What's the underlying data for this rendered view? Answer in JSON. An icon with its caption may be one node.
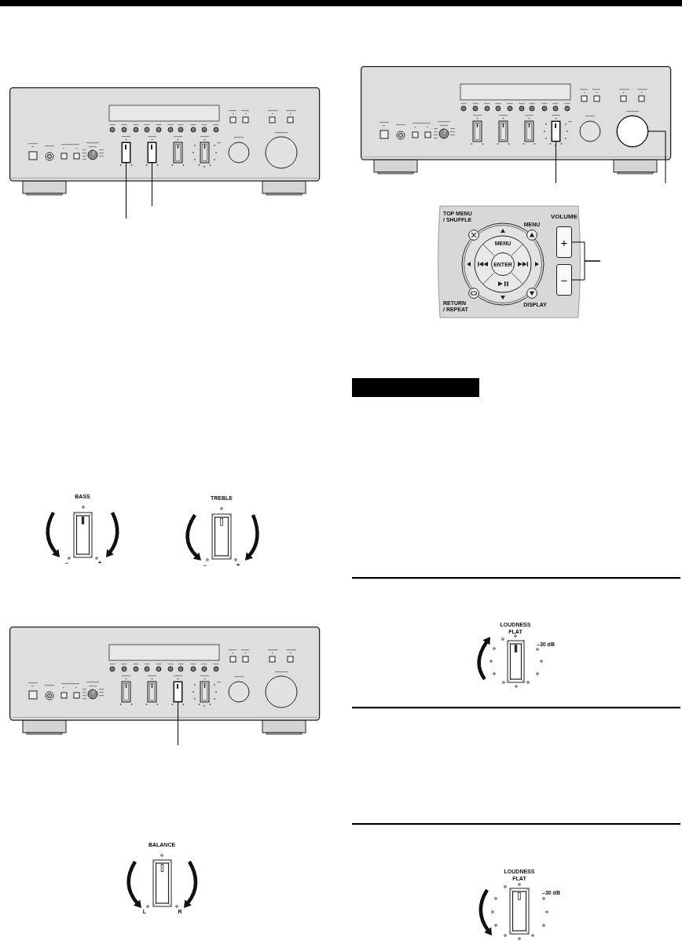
{
  "diagram": {
    "nodes": [
      {
        "text": [],
        "shape": "box"
      },
      {
        "text": [],
        "shape": "box"
      },
      {
        "text": [],
        "shape": "box"
      },
      {
        "text": [],
        "shape": "box"
      },
      {
        "text": [],
        "shape": "circle"
      },
      {
        "text": [
          "+"
        ]
      },
      {
        "text": [
          "−"
        ]
      },
      {
        "text": [],
        "shape": "bar"
      }
    ],
    "edges": [
      {
        "from": null,
        "to": 0,
        "arrow": "none"
      },
      {
        "from": null,
        "to": 1,
        "arrow": "none"
      },
      {
        "from": null,
        "to": 2,
        "arrow": "none"
      },
      {
        "from": null,
        "to": 3,
        "arrow": "none"
      },
      {
        "from": null,
        "to": 4,
        "arrow": "none"
      },
      {
        "from": null,
        "to": 5,
        "arrow": "none"
      },
      {
        "from": null,
        "to": 6,
        "arrow": "none"
      }
    ],
    "labels": [
      "BASS",
      "–",
      "+",
      "TREBLE",
      "–",
      "+",
      "BALANCE",
      "L",
      "R",
      "TOP MENU / SHUFFLE",
      "MENU",
      "VOLUME",
      "MENU",
      "ENTER",
      "RETURN / REPEAT",
      "DISPLAY",
      "LOUDNESS",
      "FLAT",
      "–30 dB",
      "LOUDNESS",
      "FLAT",
      "–30 dB"
    ]
  }
}
